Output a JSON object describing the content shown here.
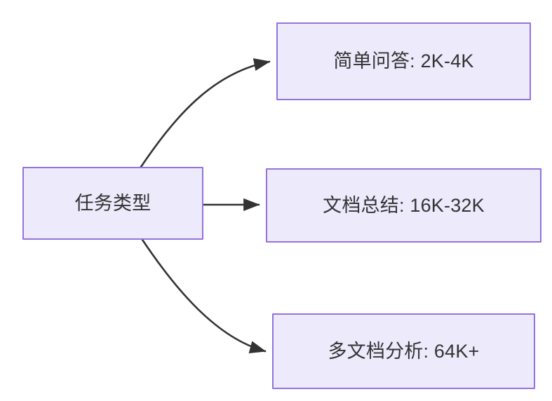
{
  "diagram": {
    "type": "flowchart",
    "direction": "left-to-right",
    "background_color": "#FFFFFF",
    "node_fill_color": "#ECEAFB",
    "node_border_color": "#9572DE",
    "node_text_color": "#333333",
    "edge_color": "#333333",
    "nodes": [
      {
        "id": "root",
        "label": "任务类型"
      },
      {
        "id": "simple-qa",
        "label": "简单问答: 2K-4K"
      },
      {
        "id": "doc-summary",
        "label": "文档总结: 16K-32K"
      },
      {
        "id": "multi-doc",
        "label": "多文档分析: 64K+"
      }
    ],
    "edges": [
      {
        "from": "root",
        "to": "simple-qa",
        "label": "",
        "style": "curved-up",
        "arrowhead": "filled-triangle"
      },
      {
        "from": "root",
        "to": "doc-summary",
        "label": "",
        "style": "straight",
        "arrowhead": "filled-triangle"
      },
      {
        "from": "root",
        "to": "multi-doc",
        "label": "",
        "style": "curved-down",
        "arrowhead": "filled-triangle"
      }
    ]
  }
}
